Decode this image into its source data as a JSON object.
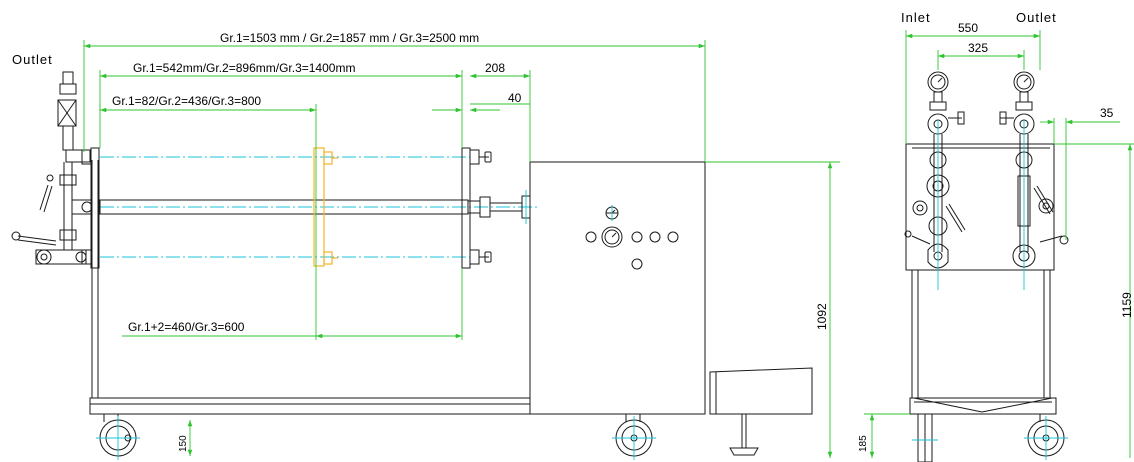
{
  "labels": {
    "outlet_left": "Outlet",
    "inlet_right": "Inlet",
    "outlet_right": "Outlet"
  },
  "dimensions": {
    "overall_length": "Gr.1=1503 mm / Gr.2=1857 mm / Gr.3=2500 mm",
    "tube_length": "Gr.1=542mm/Gr.2=896mm/Gr.3=1400mm",
    "support_length": "Gr.1=82/Gr.2=436/Gr.3=800",
    "pull_length": "Gr.1+2=460/Gr.3=600",
    "d208": "208",
    "d40": "40",
    "height_body": "1092",
    "wheel_height": "150",
    "width_550": "550",
    "width_325": "325",
    "offset_35": "35",
    "height_total": "1159",
    "frame_185": "185"
  },
  "colors": {
    "drawing_line": "#1a1a1a",
    "dimension_line": "#2fc42f",
    "center_line": "#19c3d8",
    "bracket": "#f2b42a"
  }
}
